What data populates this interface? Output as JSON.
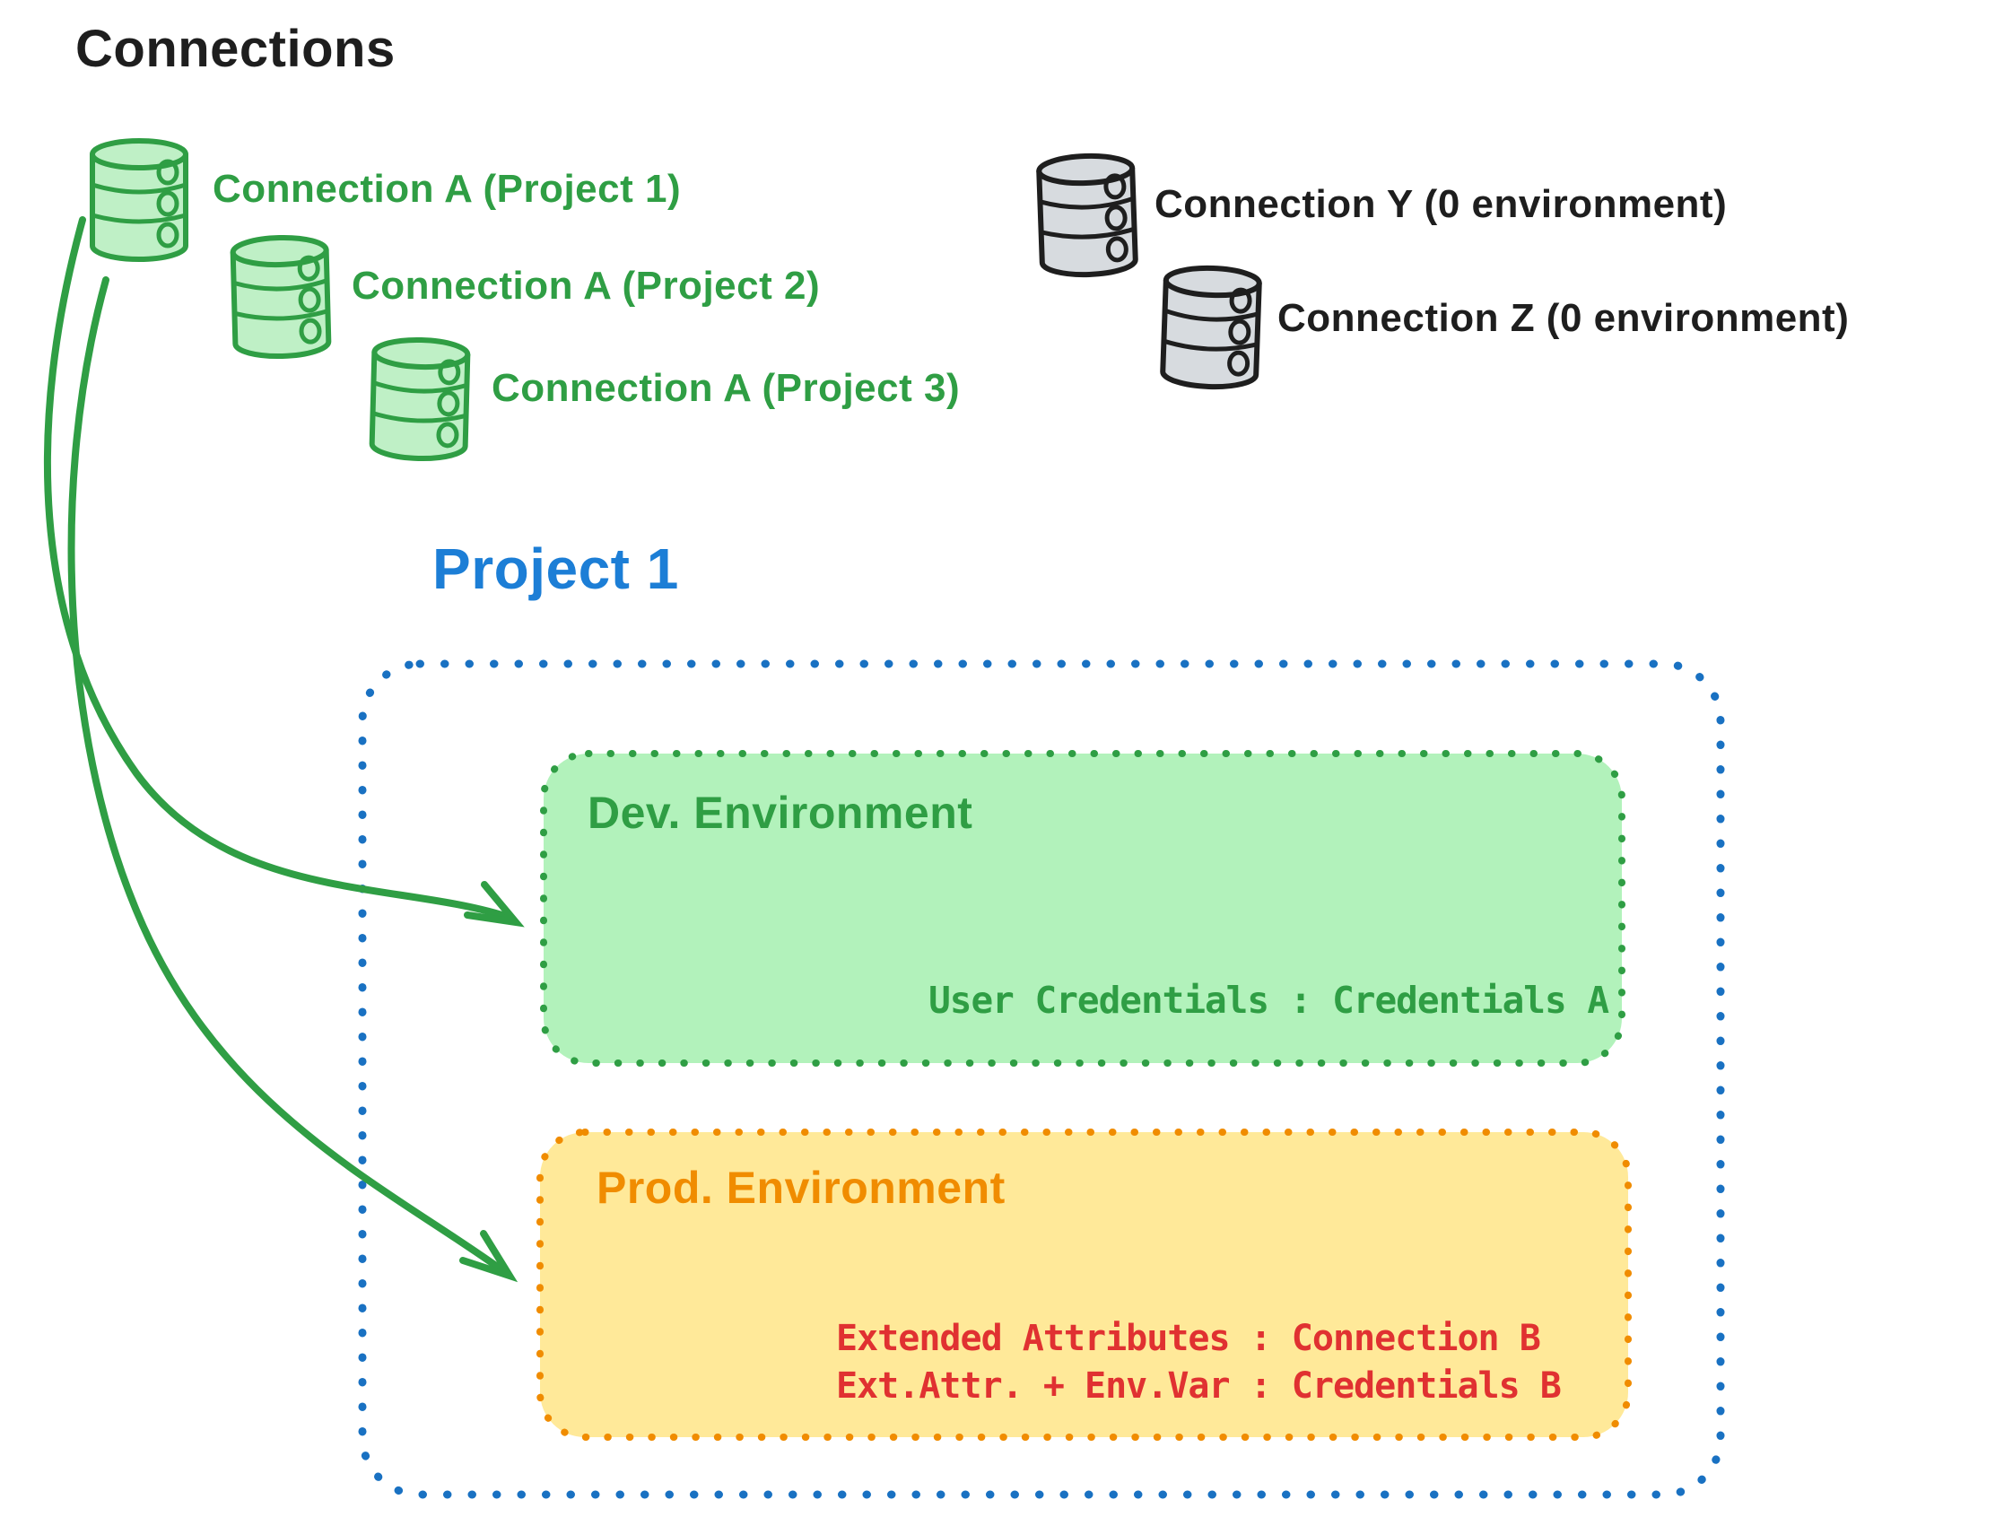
{
  "title": "Connections",
  "connections_green": [
    {
      "label": "Connection A (Project 1)"
    },
    {
      "label": "Connection A (Project 2)"
    },
    {
      "label": "Connection A (Project 3)"
    }
  ],
  "connections_gray": [
    {
      "label": "Connection Y (0 environment)"
    },
    {
      "label": "Connection Z (0 environment)"
    }
  ],
  "project": {
    "title": "Project 1",
    "dev_environment": {
      "title": "Dev. Environment",
      "credential_mapping": "User Credentials : Credentials A"
    },
    "prod_environment": {
      "title": "Prod. Environment",
      "mapping_line1": "Extended Attributes : Connection B",
      "mapping_line2": "Ext.Attr. + Env.Var : Credentials B"
    }
  },
  "colors": {
    "green_stroke": "#2f9e44",
    "green_fill": "#b2f2bb",
    "blue_border": "#1971c2",
    "project_title_blue": "#1c7ed6",
    "orange": "#f08c00",
    "yellow_fill": "#ffe999",
    "red_text": "#e03131",
    "black": "#1e1e1e",
    "gray_fill": "#d7dbdf"
  }
}
